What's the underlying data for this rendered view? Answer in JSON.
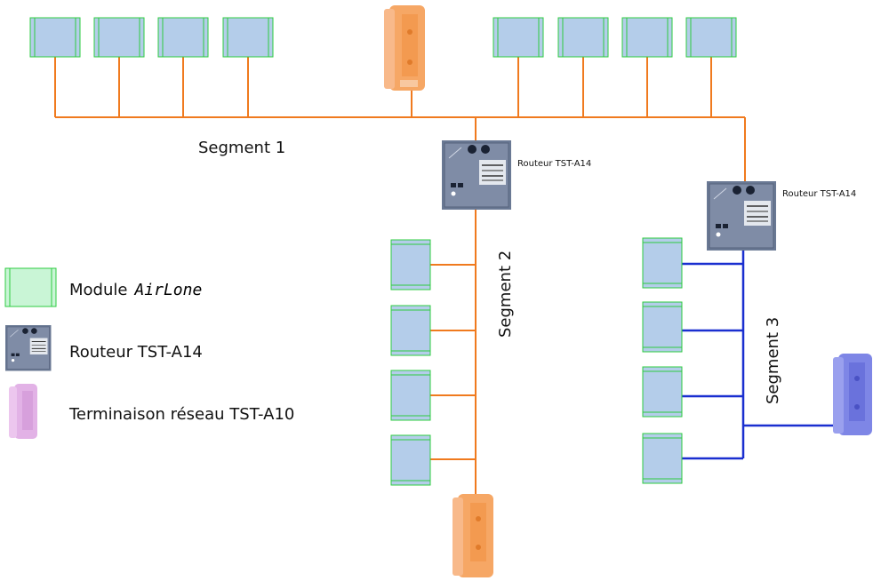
{
  "segments": {
    "seg1": "Segment 1",
    "seg2": "Segment 2",
    "seg3": "Segment 3"
  },
  "routers": {
    "r1_label": "Routeur TST-A14",
    "r2_label": "Routeur TST-A14"
  },
  "legend": {
    "module_prefix": "Module",
    "module_brand": "AirLone",
    "router": "Routeur TST-A14",
    "terminator": "Terminaison réseau TST-A10"
  },
  "colors": {
    "orange_bus": "#f07a1e",
    "blue_bus": "#1a2fd0",
    "module_fill": "#b4cdea",
    "module_border": "#2ecc40",
    "terminator_orange": "#f6a765",
    "terminator_blue": "#7e86e6",
    "terminator_legend": "#e2b2e6",
    "router_fill": "#6a7994"
  }
}
